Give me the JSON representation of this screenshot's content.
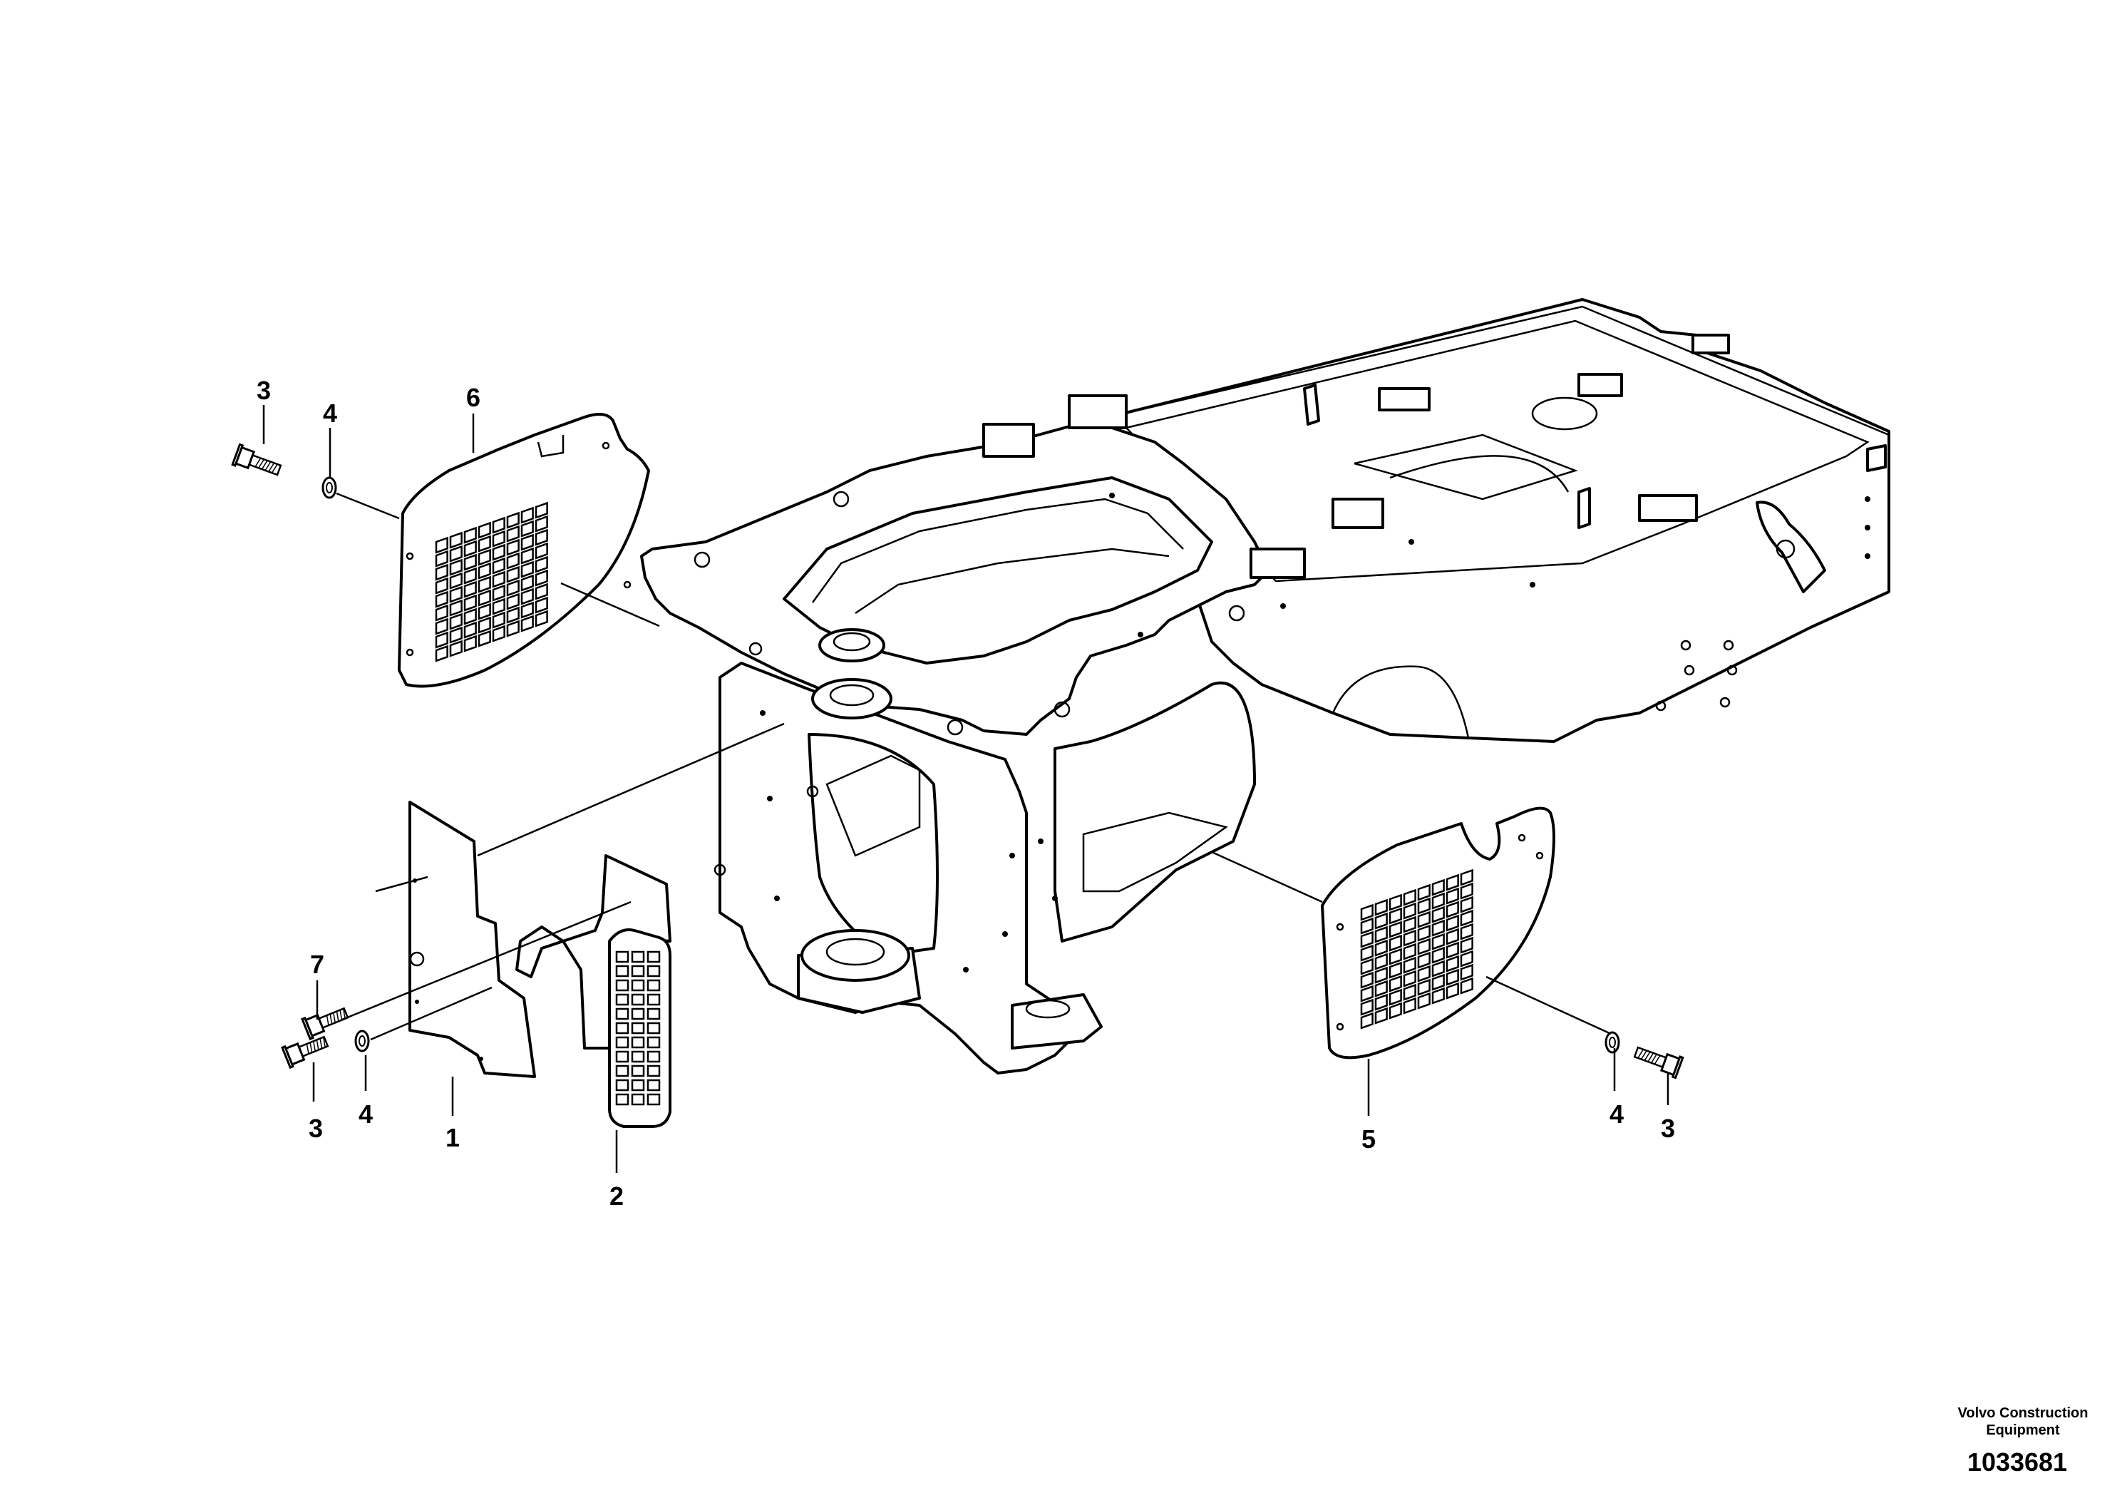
{
  "callouts": {
    "c1": "1",
    "c2": "2",
    "c3a": "3",
    "c3b": "3",
    "c3c": "3",
    "c4a": "4",
    "c4b": "4",
    "c4c": "4",
    "c5": "5",
    "c6": "6",
    "c7": "7"
  },
  "footer": {
    "brand_line1": "Volvo Construction",
    "brand_line2": "Equipment",
    "figure_number": "1033681"
  },
  "icons": [
    "bolt-icon",
    "washer-icon",
    "grille-panel-icon",
    "rubber-step-icon"
  ]
}
